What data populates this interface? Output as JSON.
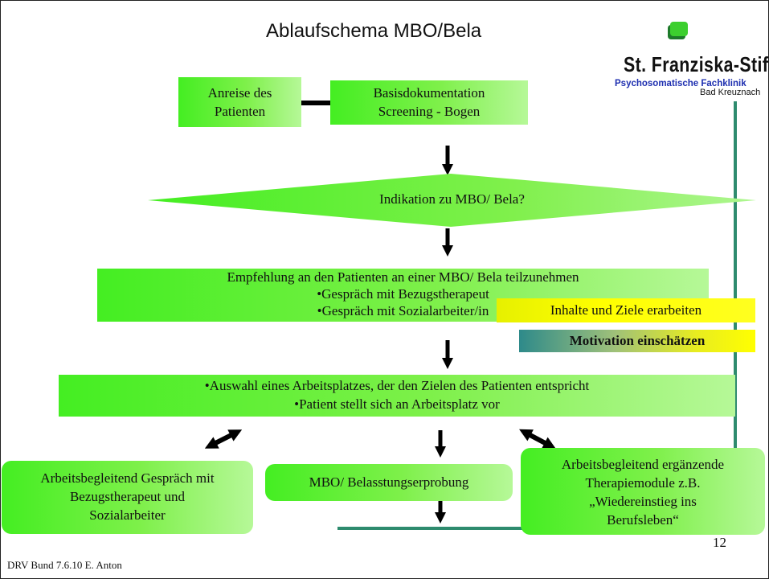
{
  "slide": {
    "title": "Ablaufschema MBO/Bela",
    "logo": {
      "name": "St. Franziska-Stift",
      "subtitle": "Psychosomatische Fachklinik",
      "city": "Bad Kreuznach",
      "icon": "green-square-icon"
    },
    "nodes": {
      "arrival": [
        "Anreise des",
        "Patienten"
      ],
      "documentation": [
        "Basisdokumentation",
        "Screening - Bogen"
      ],
      "indication": "Indikation zu MBO/ Bela?",
      "recommendation": [
        "Empfehlung an den Patienten an einer  MBO/ Bela teilzunehmen",
        "•Gespräch mit Bezugstherapeut",
        "•Gespräch mit Sozialarbeiter/in"
      ],
      "selection": [
        "•Auswahl eines Arbeitsplatzes, der den Zielen des Patienten entspricht",
        "•Patient stellt sich an Arbeitsplatz vor"
      ],
      "accompanying_talk": [
        "Arbeitsbegleitend Gespräch mit",
        "Bezugstherapeut und",
        "Sozialarbeiter"
      ],
      "mbo": "MBO/ Belasstungserprobung",
      "modules": [
        "Arbeitsbegleitend ergänzende",
        "Therapiemodule z.B.",
        "„Wiedereinstieg ins",
        "Berufsleben“"
      ]
    },
    "notes": {
      "goals": "Inhalte und Ziele erarbeiten",
      "motivation": "Motivation einschätzen"
    },
    "colors": {
      "box_green": "#44ee22",
      "box_green_light": "#b6f898",
      "teal_line": "#2e8b6e",
      "yellow": "#ffff00",
      "logo_blue": "#1e2fb0"
    },
    "footer": "DRV Bund 7.6.10  E. Anton",
    "page_number": "12"
  }
}
